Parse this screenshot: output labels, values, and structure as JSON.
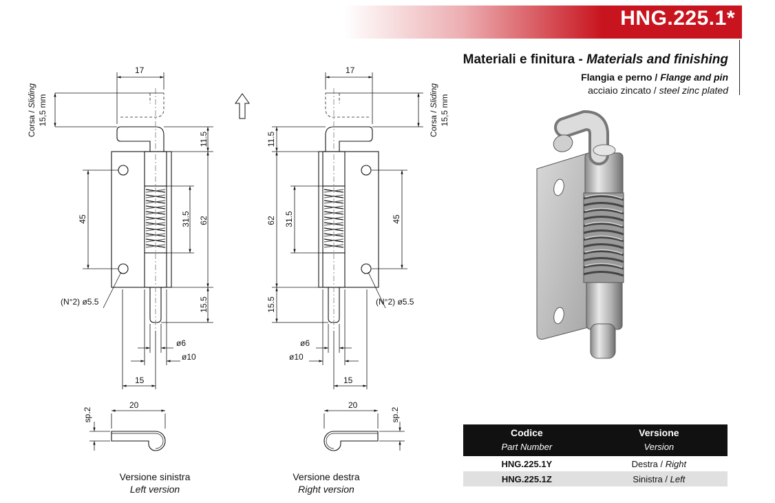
{
  "header": {
    "code": "HNG.225.1*"
  },
  "materials": {
    "title_it": "Materiali e finitura",
    "title_sep": " - ",
    "title_en": "Materials and finishing",
    "part_it": "Flangia e perno",
    "part_en": "Flange and pin",
    "finish_it": "acciaio zincato",
    "finish_en": "steel zinc plated",
    "slash": " / "
  },
  "drawing": {
    "dims": {
      "d17": "17",
      "d11_5": "11.5",
      "d62": "62",
      "d45": "45",
      "d31_5": "31.5",
      "d15_5": "15.5",
      "d6": "ø6",
      "d10": "ø10",
      "d15": "15",
      "d20": "20",
      "sp2": "sp.2",
      "hole": "(N°2)  ø5.5",
      "sliding_it": "Corsa / ",
      "sliding_en": "Sliding",
      "sliding_val": "15,5 mm"
    },
    "left_caption": {
      "it": "Versione sinistra",
      "en": "Left version"
    },
    "right_caption": {
      "it": "Versione destra",
      "en": "Right version"
    }
  },
  "table": {
    "headers": [
      {
        "it": "Codice",
        "en": "Part Number"
      },
      {
        "it": "Versione",
        "en": "Version"
      }
    ],
    "rows": [
      {
        "code": "HNG.225.1Y",
        "it": "Destra",
        "en": "Right"
      },
      {
        "code": "HNG.225.1Z",
        "it": "Sinistra",
        "en": "Left"
      }
    ]
  }
}
